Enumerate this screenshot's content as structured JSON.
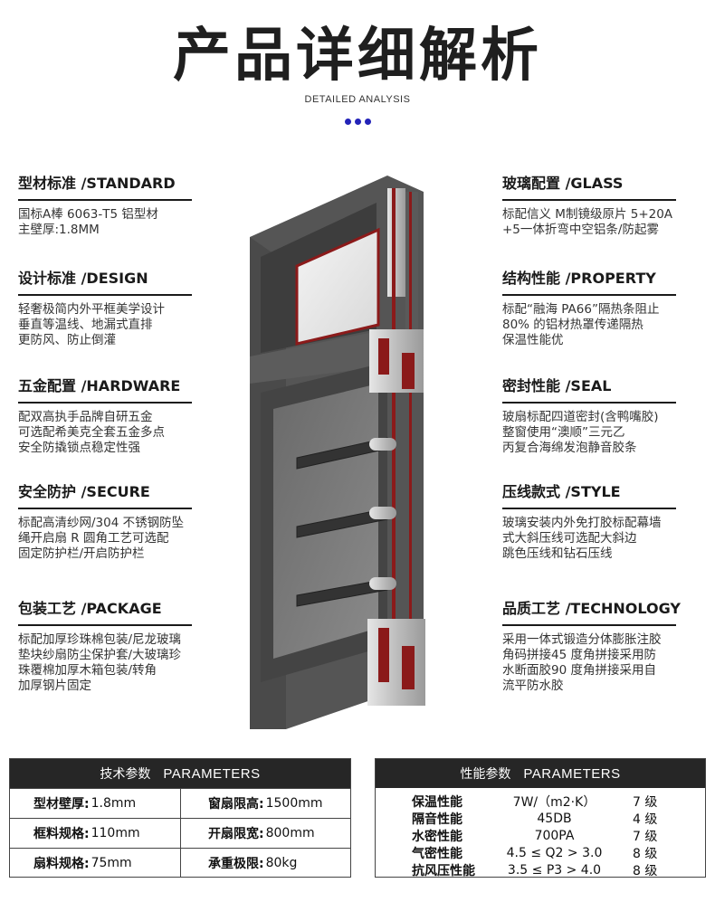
{
  "header": {
    "title": "产品详细解析",
    "subtitle": "DETAILED ANALYSIS"
  },
  "left_features": [
    {
      "heading": "型材标准 /STANDARD",
      "lines": [
        "国标A棒 6063-T5 铝型材",
        "主壁厚:1.8MM"
      ]
    },
    {
      "heading": "设计标准 /DESIGN",
      "lines": [
        "轻奢极简内外平框美学设计",
        "垂直等温线、地漏式直排",
        "更防风、防止倒灌"
      ]
    },
    {
      "heading": "五金配置 /HARDWARE",
      "lines": [
        "配双高执手品牌自研五金",
        "可选配希美克全套五金多点",
        "安全防撬锁点稳定性强"
      ]
    },
    {
      "heading": "安全防护 /SECURE",
      "lines": [
        "标配高清纱网/304 不锈钢防坠",
        "绳开启扇 R 圆角工艺可选配",
        "固定防护栏/开启防护栏"
      ]
    },
    {
      "heading": "包装工艺 /PACKAGE",
      "lines": [
        "标配加厚珍珠棉包装/尼龙玻璃",
        "垫块纱扇防尘保护套/大玻璃珍",
        "珠覆棉加厚木箱包装/转角",
        "加厚钢片固定"
      ]
    }
  ],
  "right_features": [
    {
      "heading": "玻璃配置 /GLASS",
      "lines": [
        "标配信义 M制镜级原片 5+20A",
        "+5一体折弯中空铝条/防起雾"
      ]
    },
    {
      "heading": "结构性能 /PROPERTY",
      "lines": [
        "标配“融海 PA66”隔热条阻止",
        " 80% 的铝材热罩传递隔热",
        "保温性能优"
      ]
    },
    {
      "heading": "密封性能 /SEAL",
      "lines": [
        "玻扇标配四道密封(含鸭嘴胶)",
        "整窗使用“澳顺”三元乙",
        "丙复合海绵发泡静音胶条"
      ]
    },
    {
      "heading": "压线款式 /STYLE",
      "lines": [
        "玻璃安装内外免打胶标配幕墙",
        "式大斜压线可选配大斜边",
        "跳色压线和钻石压线"
      ]
    },
    {
      "heading": "品质工艺 /TECHNOLOGY",
      "lines": [
        "采用一体式锻造分体膨胀注胶",
        "角码拼接45 度角拼接采用防",
        "水断面胶90 度角拼接采用自",
        "流平防水胶"
      ]
    }
  ],
  "tech_params": {
    "title_cn": "技术参数",
    "title_en": "PARAMETERS",
    "rows": [
      [
        {
          "label": "型材壁厚:",
          "value": "1.8mm"
        },
        {
          "label": "窗扇限高:",
          "value": "1500mm"
        }
      ],
      [
        {
          "label": "框料规格:",
          "value": "110mm"
        },
        {
          "label": "开扇限宽:",
          "value": "800mm"
        }
      ],
      [
        {
          "label": "扇料规格:",
          "value": "75mm"
        },
        {
          "label": "承重极限:",
          "value": "80kg"
        }
      ]
    ]
  },
  "perf_params": {
    "title_cn": "性能参数",
    "title_en": "PARAMETERS",
    "rows": [
      {
        "name": "保温性能",
        "value": "7W/（m2·K）",
        "grade": "7 级"
      },
      {
        "name": "隔音性能",
        "value": "45DB",
        "grade": "4 级"
      },
      {
        "name": "水密性能",
        "value": "700PA",
        "grade": "7 级"
      },
      {
        "name": "气密性能",
        "value": "4.5 ≤ Q2 > 3.0",
        "grade": "8 级"
      },
      {
        "name": "抗风压性能",
        "value": "3.5 ≤ P3 > 4.0",
        "grade": "8 级"
      }
    ]
  },
  "colors": {
    "accent_dots": "#2323b8",
    "table_header": "#262626",
    "frame": "#4a4a4a",
    "thermal_break": "#8b1a1a"
  }
}
